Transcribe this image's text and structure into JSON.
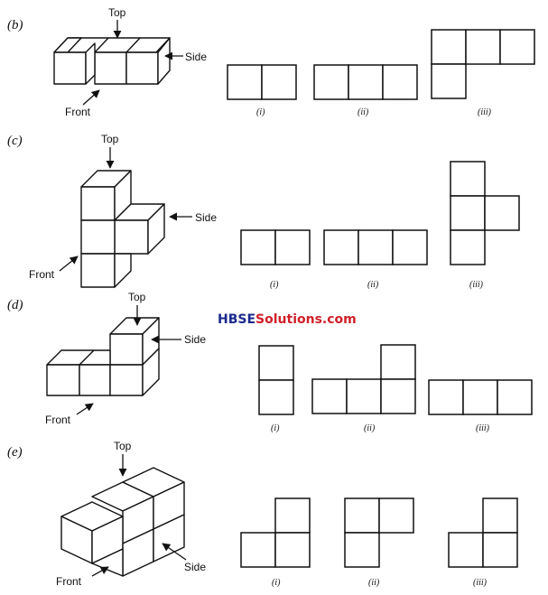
{
  "watermark": {
    "part1": "HBSE",
    "part2": "Solutions.com"
  },
  "problems": [
    {
      "part_label": "(b)",
      "labels": {
        "top": "Top",
        "side": "Side",
        "front": "Front"
      },
      "views": [
        "(i)",
        "(ii)",
        "(iii)"
      ]
    },
    {
      "part_label": "(c)",
      "labels": {
        "top": "Top",
        "side": "Side",
        "front": "Front"
      },
      "views": [
        "(i)",
        "(ii)",
        "(iii)"
      ]
    },
    {
      "part_label": "(d)",
      "labels": {
        "top": "Top",
        "side": "Side",
        "front": "Front"
      },
      "views": [
        "(i)",
        "(ii)",
        "(iii)"
      ]
    },
    {
      "part_label": "(e)",
      "labels": {
        "top": "Top",
        "side": "Side",
        "front": "Front"
      },
      "views": [
        "(i)",
        "(ii)",
        "(iii)"
      ]
    }
  ]
}
